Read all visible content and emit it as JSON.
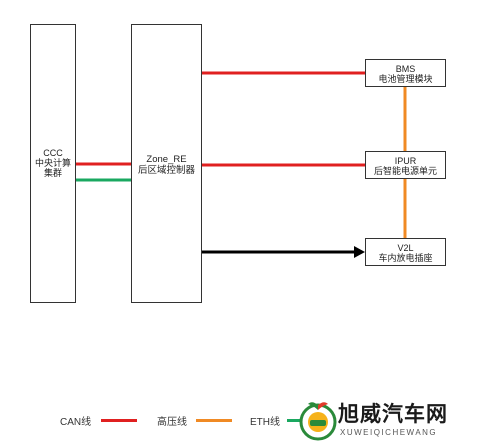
{
  "boxes": {
    "ccc": {
      "line1": "CCC",
      "line2": "中央计算",
      "line3": "集群"
    },
    "zone": {
      "line1": "Zone_RE",
      "line2": "后区域控制器"
    },
    "bms": {
      "line1": "BMS",
      "line2": "电池管理模块"
    },
    "ipur": {
      "line1": "IPUR",
      "line2": "后智能电源单元"
    },
    "v2l": {
      "line1": "V2L",
      "line2": "车内放电插座"
    }
  },
  "legend": {
    "can": "CAN线",
    "hv": "高压线",
    "eth": "ETH线"
  },
  "colors": {
    "can": "#e02020",
    "hv": "#f08a24",
    "eth": "#1aa860",
    "power": "#000000"
  },
  "watermark": {
    "title": "旭威汽车网",
    "subtitle": "XUWEIQICHEWANG"
  }
}
